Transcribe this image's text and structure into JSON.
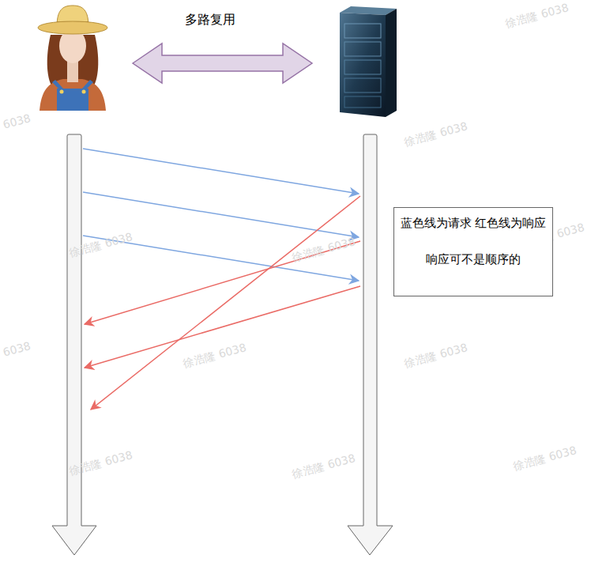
{
  "diagram": {
    "nodes": [
      {
        "text": [
          "蓝色线为请求 红色线为响应",
          "响应可不是顺序的"
        ]
      }
    ],
    "labels": [
      "多路复用",
      "徐浩隆 6038",
      "6038",
      "徐浩隆 6038",
      "徐浩隆 6038",
      "徐浩隆 6038",
      "徐浩隆 6038",
      "6038",
      "徐浩隆 6038",
      "徐浩隆 6038",
      "徐浩隆 6038",
      "徐浩隆 6038",
      "徐浩隆 6038"
    ]
  }
}
